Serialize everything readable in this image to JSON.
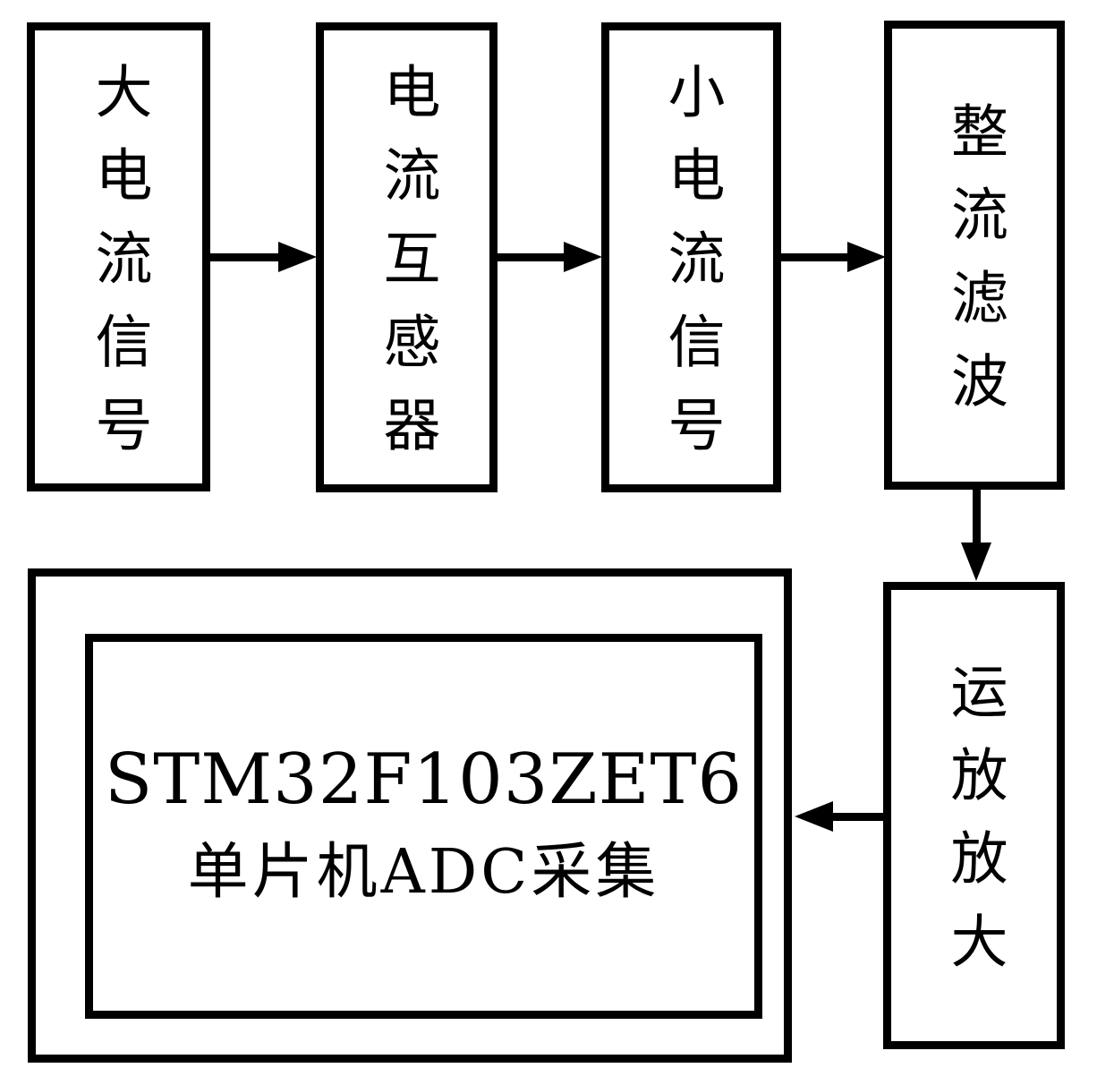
{
  "diagram": {
    "background_color": "#ffffff",
    "line_color": "#000000",
    "blocks": {
      "large_current": {
        "label": "大电流信号"
      },
      "transformer": {
        "label": "电流互感器"
      },
      "small_current": {
        "label": "小电流信号"
      },
      "rectifier": {
        "label": "整流滤波"
      },
      "opamp": {
        "label": "运放放大"
      },
      "mcu": {
        "line1": "STM32F103ZET6",
        "line2": "单片机ADC采集"
      }
    },
    "connections": [
      {
        "from": "large_current",
        "to": "transformer",
        "direction": "right"
      },
      {
        "from": "transformer",
        "to": "small_current",
        "direction": "right"
      },
      {
        "from": "small_current",
        "to": "rectifier",
        "direction": "right"
      },
      {
        "from": "rectifier",
        "to": "opamp",
        "direction": "down"
      },
      {
        "from": "opamp",
        "to": "mcu",
        "direction": "left"
      }
    ]
  }
}
